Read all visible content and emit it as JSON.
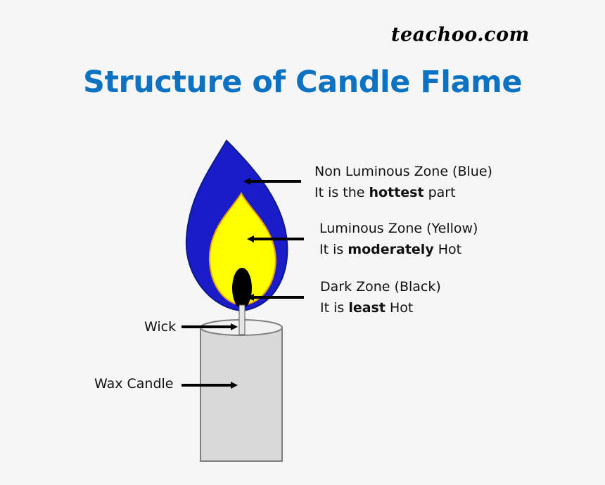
{
  "brand": "teachoo.com",
  "title": "Structure of Candle Flame",
  "colors": {
    "title": "#0e72c2",
    "outer_flame": "#1a1cc9",
    "outer_flame_edge": "#0b1a8a",
    "inner_flame": "#ffff00",
    "inner_flame_edge": "#e8a200",
    "dark_zone": "#000000",
    "candle": "#d9d9d9",
    "candle_edge": "#7f7f7f"
  },
  "zones": {
    "non_luminous": {
      "name": "Non Luminous Zone (Blue)",
      "desc_pre": "It is the ",
      "desc_bold": "hottest",
      "desc_post": " part"
    },
    "luminous": {
      "name": "Luminous Zone (Yellow)",
      "desc_pre": "It is ",
      "desc_bold": "moderately",
      "desc_post": " Hot"
    },
    "dark": {
      "name": "Dark Zone (Black)",
      "desc_pre": "It is ",
      "desc_bold": "least",
      "desc_post": " Hot"
    }
  },
  "parts": {
    "wick": "Wick",
    "wax": "Wax Candle"
  }
}
